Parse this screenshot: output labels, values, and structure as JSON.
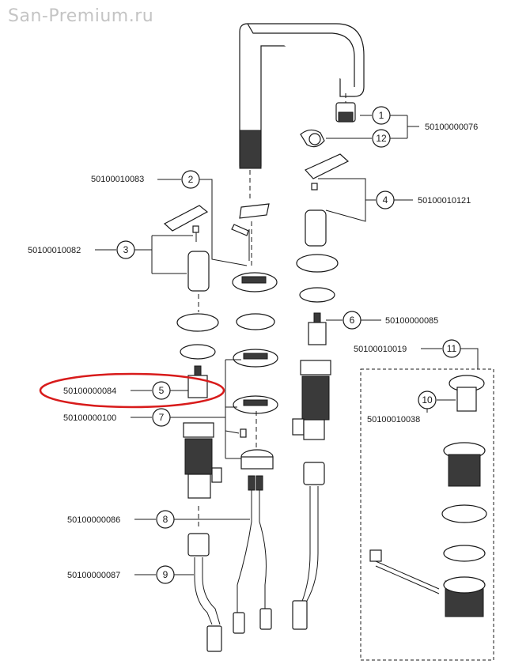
{
  "watermark": "San-Premium.ru",
  "highlight_color": "#d81b1b",
  "callouts": [
    {
      "num": "1",
      "code": "50100000076"
    },
    {
      "num": "12",
      "code": ""
    },
    {
      "num": "2",
      "code": "50100010083"
    },
    {
      "num": "3",
      "code": "50100010082"
    },
    {
      "num": "4",
      "code": "50100010121"
    },
    {
      "num": "5",
      "code": "50100000084",
      "highlighted": true
    },
    {
      "num": "6",
      "code": "50100000085"
    },
    {
      "num": "7",
      "code": "50100000100"
    },
    {
      "num": "8",
      "code": "50100000086"
    },
    {
      "num": "9",
      "code": "50100000087"
    },
    {
      "num": "10",
      "code": "50100010038"
    },
    {
      "num": "11",
      "code": "50100010019"
    }
  ]
}
